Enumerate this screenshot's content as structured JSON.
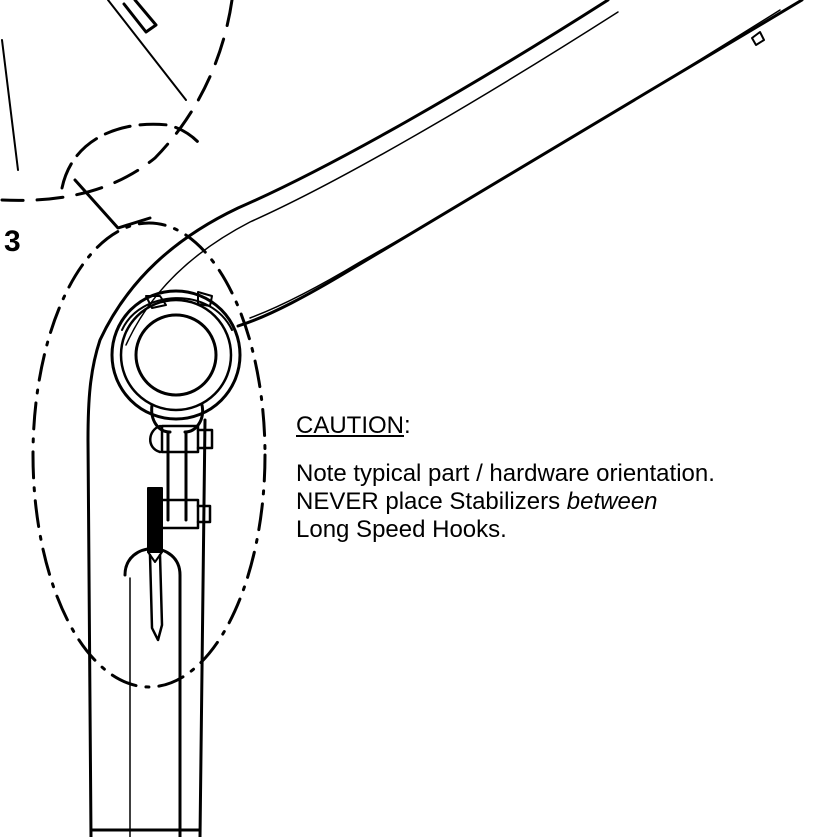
{
  "callout": {
    "number": "3"
  },
  "note": {
    "heading": "CAUTION",
    "heading_suffix": ":",
    "body_1": "Note typical part / hardware orientation. NEVER place Stabilizers ",
    "body_em": "between",
    "body_2": " Long Speed Hooks."
  },
  "colors": {
    "line": "#000000",
    "background": "#ffffff"
  }
}
